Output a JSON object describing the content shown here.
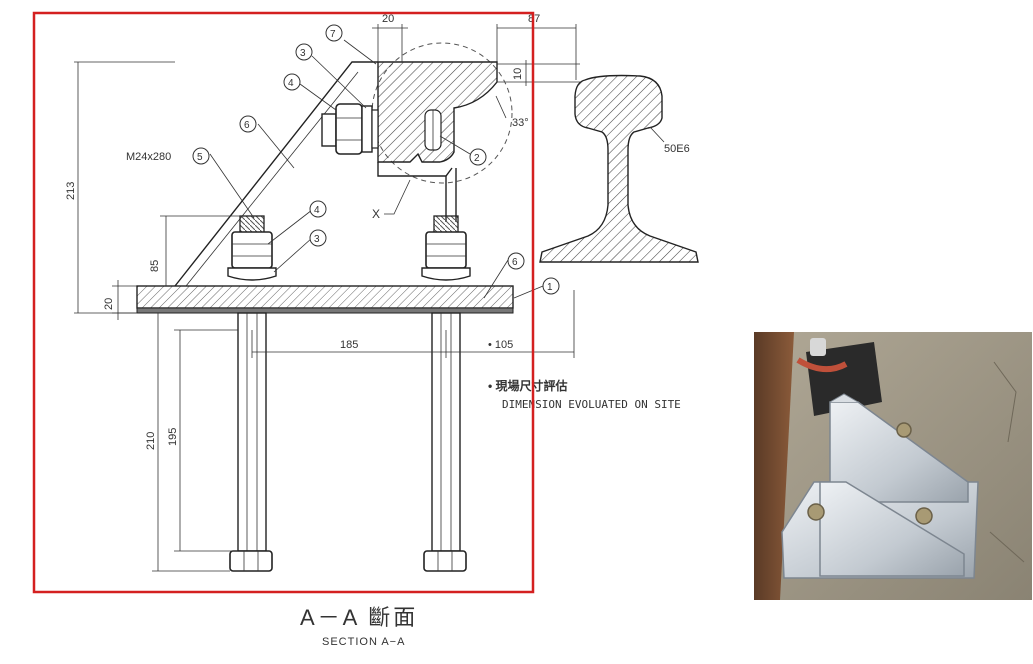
{
  "drawing": {
    "section_title": "A－A 斷面",
    "section_subtitle": "SECTION A−A",
    "note_chinese": "• 現場尺寸評估",
    "note_english": "DIMENSION EVOLUATED ON SITE",
    "bolt_spec": "M24x280",
    "rail_label": "50E6",
    "detail_mark": "X",
    "angle_label": "33°",
    "dims": {
      "d20_top": "20",
      "d87": "87",
      "d10": "10",
      "d213": "213",
      "d85": "85",
      "d20_plate": "20",
      "d185": "185",
      "d105": "• 105",
      "d210": "210",
      "d195": "195"
    },
    "balloons": {
      "b7": "7",
      "b3_top": "3",
      "b4_top": "4",
      "b6_rib": "6",
      "b5": "5",
      "b2": "2",
      "b4_mid": "4",
      "b3_mid": "3",
      "b6_plate": "6",
      "b1": "1"
    }
  },
  "colors": {
    "highlight_box": "#d42020",
    "line": "#222222"
  }
}
